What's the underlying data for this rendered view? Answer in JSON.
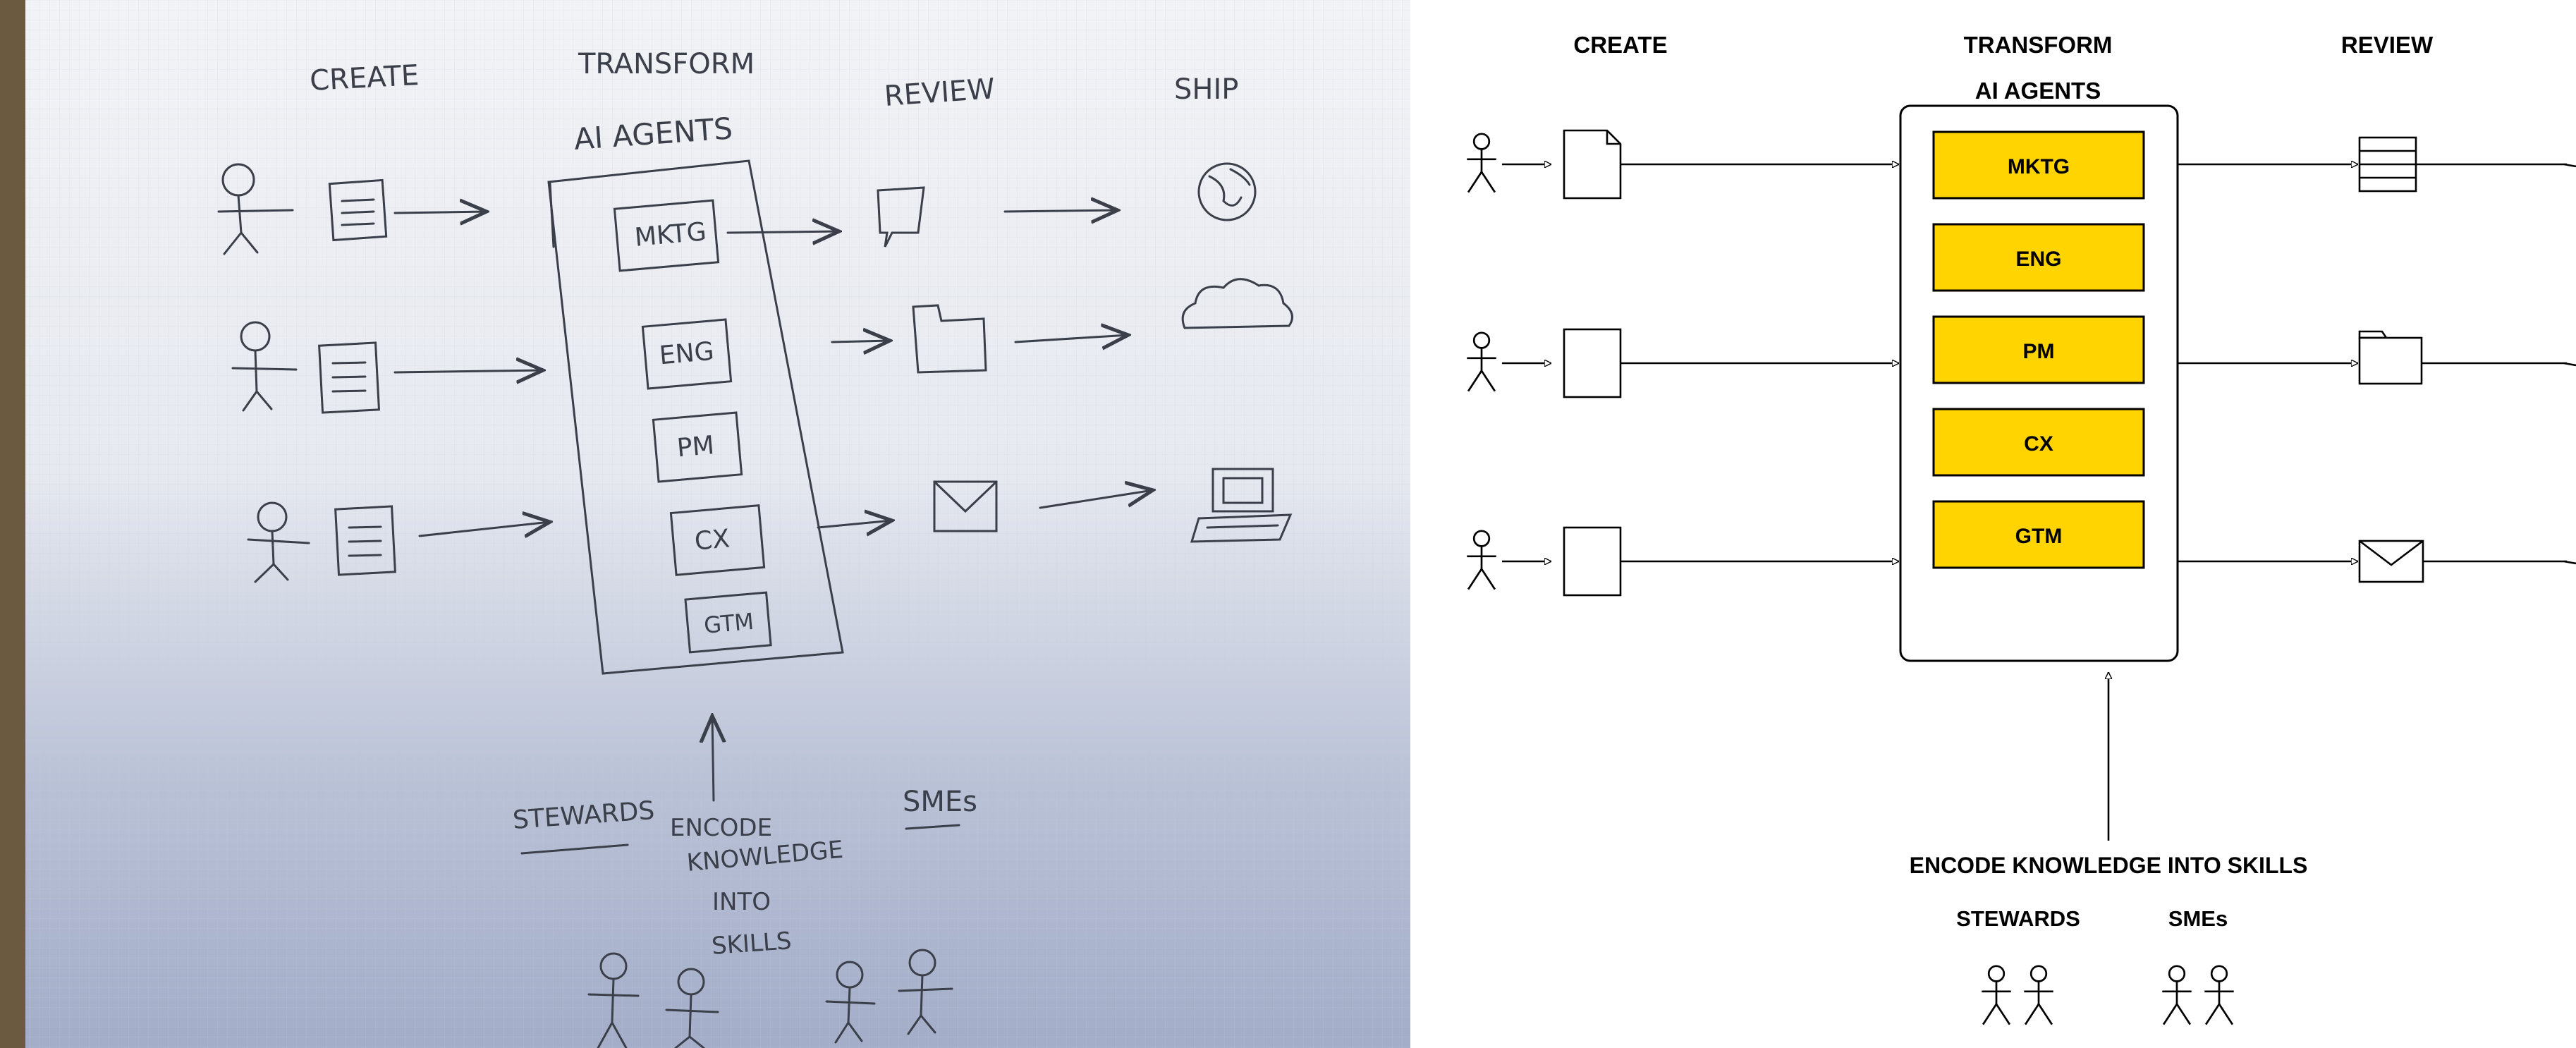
{
  "sketch": {
    "columns": [
      "CREATE",
      "TRANSFORM",
      "REVIEW",
      "SHIP"
    ],
    "ai_agents_label": "AI AGENTS",
    "agents": [
      "MKTG",
      "ENG",
      "PM",
      "CX",
      "GTM"
    ],
    "stewards_label": "STEWARDS",
    "smes_label": "SMEs",
    "encode_lines": [
      "ENCODE",
      "KNOWLEDGE",
      "INTO",
      "SKILLS"
    ]
  },
  "diagram": {
    "columns": {
      "create": "CREATE",
      "transform": "TRANSFORM",
      "review": "REVIEW"
    },
    "ai_agents_label": "AI AGENTS",
    "agents": [
      "MKTG",
      "ENG",
      "PM",
      "CX",
      "GTM"
    ],
    "encode_label": "ENCODE KNOWLEDGE INTO SKILLS",
    "stewards_label": "STEWARDS",
    "smes_label": "SMEs",
    "colors": {
      "agent_fill": "#FFD400",
      "stroke": "#000000"
    }
  }
}
